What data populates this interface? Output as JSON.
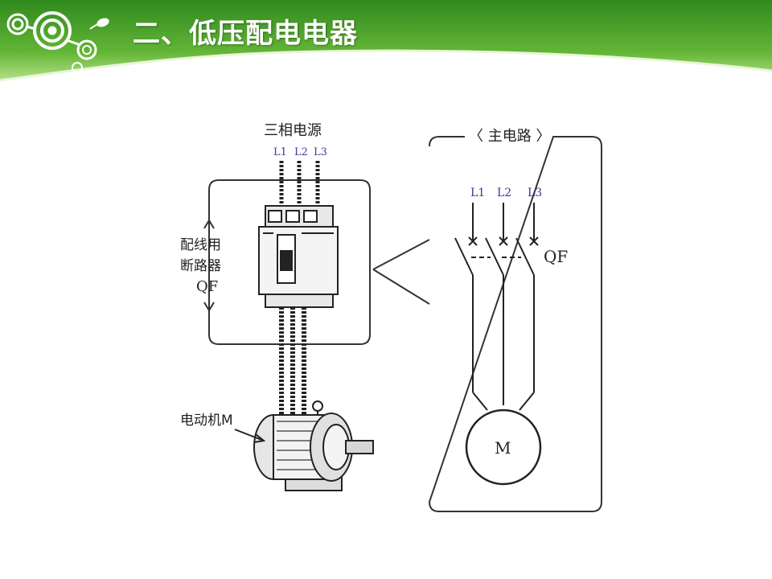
{
  "slide": {
    "title": "二、低压配电电器",
    "colors": {
      "banner_dark": "#2f8a1e",
      "banner_light": "#9fd36a",
      "accent": "#e8f6d8"
    },
    "logo_icon": "concentric-circles-logo-icon",
    "bullet_icon": "leaf-bullet-icon"
  },
  "left_figure": {
    "power_source_label": "三相电源",
    "phase_labels": [
      "L1",
      "L2",
      "L3"
    ],
    "breaker_label_lines": [
      "配线用",
      "断路器",
      "QF"
    ],
    "motor_label": "电动机M"
  },
  "right_figure": {
    "section_label": "〈 主电路 〉",
    "phase_labels": [
      "L1",
      "L2",
      "L3"
    ],
    "breaker_label": "QF",
    "motor_symbol": "M"
  }
}
